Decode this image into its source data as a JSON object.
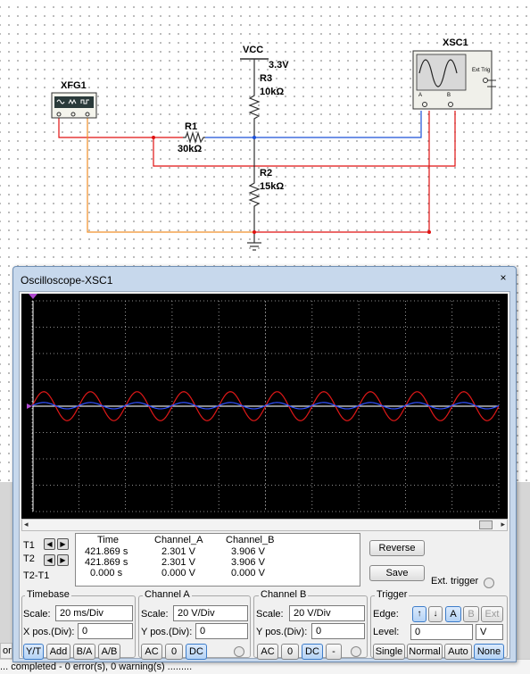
{
  "schematic": {
    "function_generator": {
      "ref": "XFG1"
    },
    "vcc": {
      "label": "VCC",
      "voltage": "3.3V"
    },
    "r3": {
      "ref": "R3",
      "value": "10kΩ"
    },
    "r1": {
      "ref": "R1",
      "value": "30kΩ"
    },
    "r2": {
      "ref": "R2",
      "value": "15kΩ"
    },
    "scope": {
      "ref": "XSC1",
      "ext_trig": "Ext Trig",
      "in_a": "A",
      "in_b": "B"
    }
  },
  "window": {
    "title": "Oscilloscope-XSC1",
    "close": "×"
  },
  "readout": {
    "headers": [
      "Time",
      "Channel_A",
      "Channel_B"
    ],
    "rows": [
      {
        "label": "T1",
        "time": "421.869 s",
        "a": "2.301 V",
        "b": "3.906 V"
      },
      {
        "label": "T2",
        "time": "421.869 s",
        "a": "2.301 V",
        "b": "3.906 V"
      },
      {
        "label": "T2-T1",
        "time": "0.000 s",
        "a": "0.000 V",
        "b": "0.000 V"
      }
    ],
    "reverse": "Reverse",
    "save": "Save",
    "ext_trigger": "Ext. trigger"
  },
  "timebase": {
    "title": "Timebase",
    "scale_label": "Scale:",
    "scale": "20 ms/Div",
    "xpos_label": "X pos.(Div):",
    "xpos": "0",
    "buttons": [
      "Y/T",
      "Add",
      "B/A",
      "A/B"
    ]
  },
  "channel_a": {
    "title": "Channel A",
    "scale_label": "Scale:",
    "scale": "20  V/Div",
    "ypos_label": "Y pos.(Div):",
    "ypos": "0",
    "buttons": [
      "AC",
      "0",
      "DC"
    ]
  },
  "channel_b": {
    "title": "Channel B",
    "scale_label": "Scale:",
    "scale": "20  V/Div",
    "ypos_label": "Y pos.(Div):",
    "ypos": "0",
    "buttons": [
      "AC",
      "0",
      "DC",
      "-"
    ]
  },
  "trigger": {
    "title": "Trigger",
    "edge_label": "Edge:",
    "edge_buttons": [
      "A",
      "B",
      "Ext"
    ],
    "level_label": "Level:",
    "level": "0",
    "level_unit": "V",
    "mode_buttons": [
      "Single",
      "Normal",
      "Auto",
      "None"
    ]
  },
  "status": {
    "text": "...  completed - 0 error(s), 0 warning(s) .........",
    "left_stub": "or"
  },
  "colors": {
    "red": "#e01010",
    "blue": "#1a4fd8",
    "orange": "#f0902a",
    "dark": "#303030",
    "ch_a": "#e01818",
    "ch_b": "#3050ff"
  },
  "waveforms": {
    "cycles_on_screen": 10,
    "channel_a": {
      "amplitude_div": 0.55,
      "offset_div": 0
    },
    "channel_b": {
      "amplitude_div": 0.12,
      "offset_div": 0.02
    }
  }
}
